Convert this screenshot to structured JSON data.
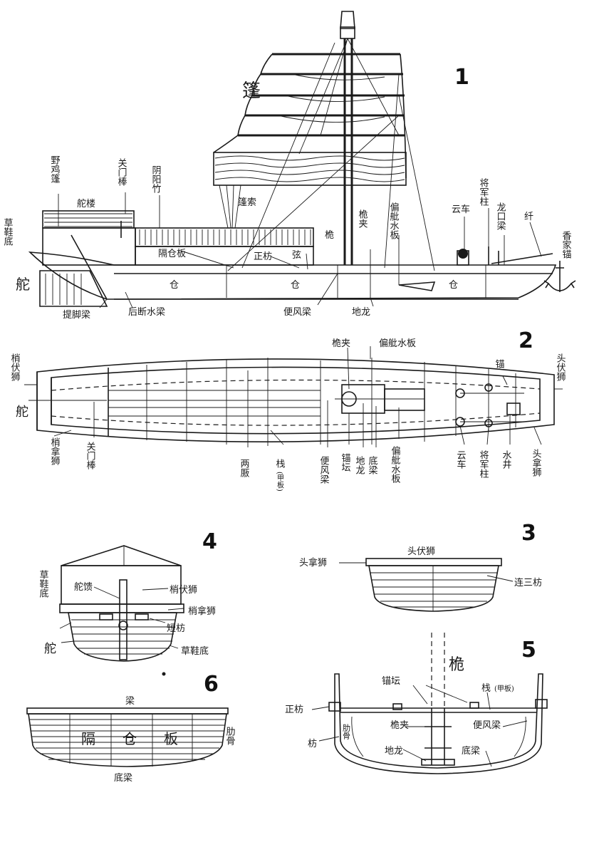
{
  "figures": {
    "f1": {
      "number": "1",
      "labels": {
        "peng": "篷",
        "ye_ji_peng": "野鸡篷",
        "guan_men_bang": "关门棒",
        "yin_yang_zhu": "阴阳竹",
        "duo_lou": "舵楼",
        "cao_xie_di": "草鞋底",
        "duo": "舵",
        "peng_suo": "篷索",
        "wei": "桅",
        "wei_jia": "桅夹",
        "pian_shu_shui_ban": "偏舭水板",
        "ge_cang_ban": "隔仓板",
        "zheng_fang": "正枋",
        "xian": "弦",
        "cang_a": "仓",
        "cang_b": "仓",
        "cang_c": "仓",
        "yun_che": "云车",
        "jiang_jun_zhu": "将军柱",
        "long_kou_liang": "龙口梁",
        "lan": "纤",
        "xiang_jia_mao": "香家锚",
        "ti_jiao_liang": "提脚梁",
        "hou_duan_shui_liang": "后断水梁",
        "bian_feng_liang": "便风梁",
        "di_long": "地龙"
      }
    },
    "f2": {
      "number": "2",
      "labels": {
        "shao_fu_shi": "梢伏狮",
        "duo": "舵",
        "shao_na_shi": "梢拿狮",
        "guan_men_bang": "关门棒",
        "wei_jia": "桅夹",
        "pian_shu_shui_ban_top": "偏舭水板",
        "liang_yan": "两厫",
        "zhan": "栈",
        "zhan_note": "(甲板)",
        "bian_feng_liang": "便风梁",
        "mao_tan": "锚坛",
        "di_long": "地龙",
        "di_liang": "底梁",
        "pian_shu_shui_ban_bottom": "偏舭水板",
        "mao": "锚",
        "yun_che": "云车",
        "jiang_jun_zhu": "将军柱",
        "shui_jing": "水井",
        "tou_fu_shi": "头伏狮",
        "tou_na_shi": "头拿狮"
      }
    },
    "f3": {
      "number": "3",
      "labels": {
        "tou_fu_shi": "头伏狮",
        "tou_na_shi": "头拿狮",
        "lian_san_fang": "连三枋"
      }
    },
    "f4": {
      "number": "4",
      "labels": {
        "cao_xie_di_left": "草鞋底",
        "duo_kui": "舵馈",
        "shao_fu_shi": "梢伏狮",
        "shao_na_shi": "梢拿狮",
        "duan_fang": "短枋",
        "duo": "舵",
        "cao_xie_di_right": "草鞋底"
      }
    },
    "f5": {
      "number": "5",
      "labels": {
        "wei": "桅",
        "mao_tan": "锚坛",
        "zhan": "栈",
        "zhan_note": "(甲板)",
        "zheng_fang": "正枋",
        "wei_jia": "桅夹",
        "bian_feng_liang": "便风梁",
        "fang": "枋",
        "lei_gu": "肋骨",
        "di_long": "地龙",
        "di_liang": "底梁"
      }
    },
    "f6": {
      "number": "6",
      "labels": {
        "liang": "梁",
        "ge": "隔",
        "cang": "仓",
        "ban": "板",
        "lei_gu": "肋骨",
        "di_liang": "底梁"
      }
    }
  },
  "colors": {
    "ink": "#1a1a1a",
    "paper": "#ffffff"
  }
}
